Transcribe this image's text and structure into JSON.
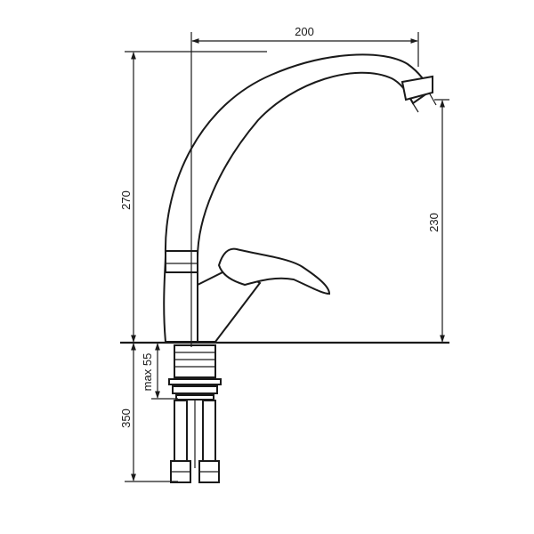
{
  "dimensions": {
    "spout_reach": "200",
    "total_height": "270",
    "spout_height": "230",
    "max_thickness": "max 55",
    "hose_length": "350"
  },
  "colors": {
    "line": "#1a1a1a",
    "background": "#ffffff"
  }
}
